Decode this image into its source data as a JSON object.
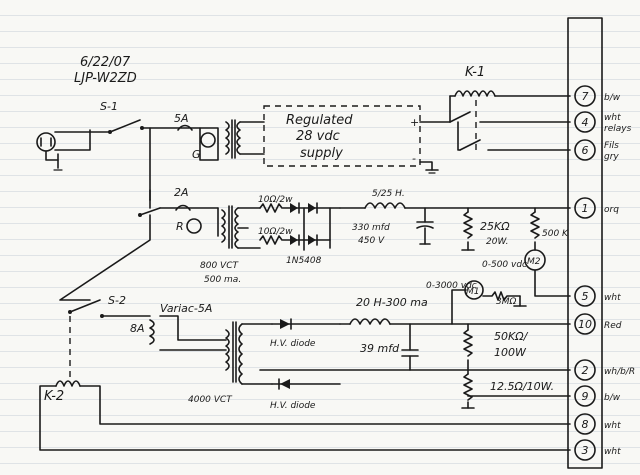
{
  "header": {
    "date": "6/22/07",
    "callsign": "LJP-W2ZD"
  },
  "switches": {
    "s1": "S-1",
    "s2": "S-2"
  },
  "fuses": {
    "f5a": "5A",
    "f2a": "2A",
    "f8a": "8A"
  },
  "relay": {
    "k1": "K-1",
    "k2": "K-2"
  },
  "supply": {
    "line1": "Regulated",
    "line2": "28 vdc",
    "line3": "supply"
  },
  "labels": {
    "g": "G",
    "r": "R",
    "sw_small": "5A",
    "variac": "Variac-5A",
    "t800": "800 VCT",
    "t800_curr": "500 ma.",
    "t4000": "4000 VCT",
    "res_10_1": "10Ω/2w",
    "res_10_2": "10Ω/2w",
    "diodes": "1N5408",
    "choke_small": "5/25 H.",
    "cap_330": "330 mfd",
    "cap_330_v": "450 V",
    "res_25k": "25KΩ",
    "res_25k_w": "20W.",
    "res_500k": "500 K",
    "meter_m2": "0-500 vdc",
    "m2": "M2",
    "meter_m1": "0-3000 vdc",
    "m1": "M1",
    "choke_20h": "20 H-300 ma",
    "res_3m": "3MΩ",
    "cap_39": "39 mfd",
    "hv_diode_1": "H.V. diode",
    "hv_diode_2": "H.V. diode",
    "res_50k": "50KΩ/",
    "res_50k_w": "100W",
    "res_12": "12.5Ω/10W.",
    "plus_sign": "+",
    "minus_sign": "-"
  },
  "terminals": [
    {
      "num": "7",
      "label1": "b/w",
      "label2": ""
    },
    {
      "num": "4",
      "label1": "wht",
      "label2": "relays"
    },
    {
      "num": "6",
      "label1": "Fils",
      "label2": "gry"
    },
    {
      "num": "1",
      "label1": "orq",
      "label2": ""
    },
    {
      "num": "5",
      "label1": "wht",
      "label2": ""
    },
    {
      "num": "10",
      "label1": "Red",
      "label2": ""
    },
    {
      "num": "2",
      "label1": "wh/b/R",
      "label2": ""
    },
    {
      "num": "9",
      "label1": "b/w",
      "label2": ""
    },
    {
      "num": "8",
      "label1": "wht",
      "label2": ""
    },
    {
      "num": "3",
      "label1": "wht",
      "label2": ""
    }
  ]
}
